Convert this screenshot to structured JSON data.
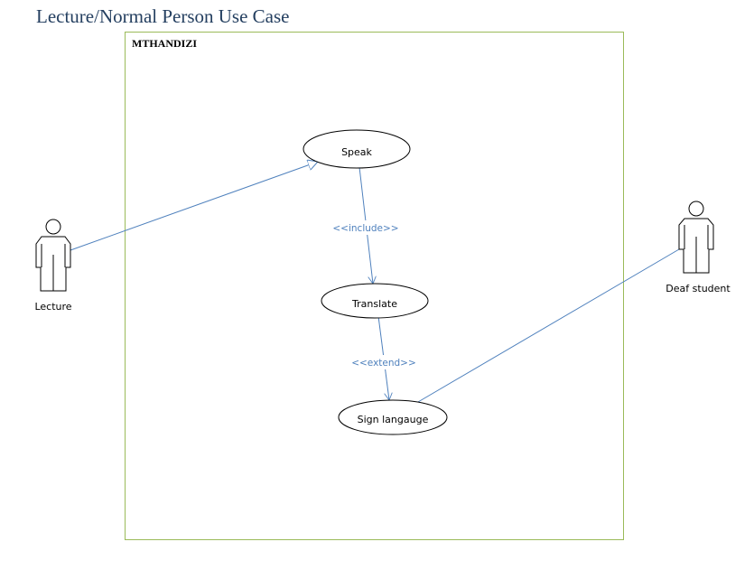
{
  "title": "Lecture/Normal Person Use Case",
  "system": {
    "name": "MTHANDIZI"
  },
  "actors": [
    {
      "id": "lecture",
      "label": "Lecture"
    },
    {
      "id": "deaf_student",
      "label": "Deaf student"
    }
  ],
  "use_cases": [
    {
      "id": "speak",
      "label": "Speak"
    },
    {
      "id": "translate",
      "label": "Translate"
    },
    {
      "id": "sign_language",
      "label": "Sign langauge"
    }
  ],
  "relationships": [
    {
      "from": "lecture",
      "to": "speak",
      "type": "generalization"
    },
    {
      "from": "speak",
      "to": "translate",
      "type": "include",
      "label": "<<include>>"
    },
    {
      "from": "translate",
      "to": "sign_language",
      "type": "extend",
      "label": "<<extend>>"
    },
    {
      "from": "deaf_student",
      "to": "sign_language",
      "type": "association"
    }
  ],
  "colors": {
    "title": "#243f60",
    "boundary": "#9bbb59",
    "connector": "#4f81bd",
    "outline": "#000000"
  }
}
